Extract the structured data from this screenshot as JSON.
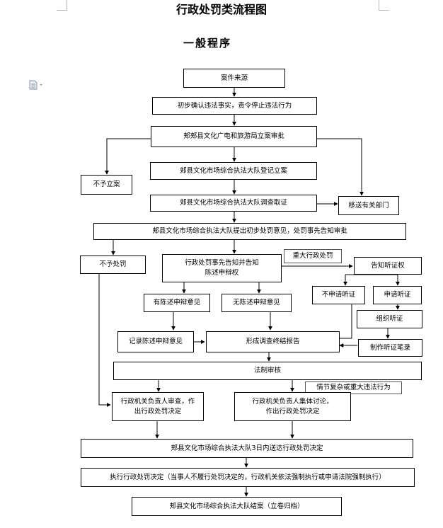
{
  "title": "行政处罚类流程图",
  "subtitle": "一般程序",
  "nodes": {
    "case_source": "案件来源",
    "preliminary_confirm": "初步确认违法事实，责令停止违法行为",
    "bureau_approval": "郏郏县文化广电和旅游局立案审批",
    "no_file_case": "不予立案",
    "team_register": "郏县文化市场综合执法大队登记立案",
    "team_investigate": "郏县文化市场综合执法大队调查取证",
    "transfer_dept": "移送有关部门",
    "preliminary_opinion": "郏县文化市场综合执法大队提出初步处罚意见，处罚事先告知审批",
    "no_penalty": "不予处罚",
    "advance_notice": "行政处罚事先告知并告知陈述申辩权",
    "major_penalty": "重大行政处罚",
    "notify_hearing_right": "告知听证权",
    "with_defense": "有陈述申辩意见",
    "no_defense": "无陈述申辩意见",
    "no_hearing_request": "不申请听证",
    "hearing_request": "申请听证",
    "organize_hearing": "组织听证",
    "record_defense": "记录陈述申辩意见",
    "investigation_report": "形成调查终结报告",
    "hearing_transcript": "制作听证笔录",
    "legal_review": "法制审核",
    "complex_cases": "情节复杂或重大违法行为",
    "leader_review": "行政机关负责人审查，作出行政处罚决定",
    "collective_discussion": "行政机关负责人集体讨论，作出行政处罚决定",
    "serve_decision": "郏县文化市场综合执法大队3日内送达行政处罚决定",
    "execute_decision": "执行行政处罚决定（当事人不履行处罚决定的，行政机关依法强制执行或申请法院强制执行）",
    "close_case": "郏县文化市场综合执法大队结案（立卷归档）"
  },
  "icons": {
    "page": "document-icon"
  },
  "colors": {
    "line": "#000000",
    "background": "#ffffff"
  }
}
